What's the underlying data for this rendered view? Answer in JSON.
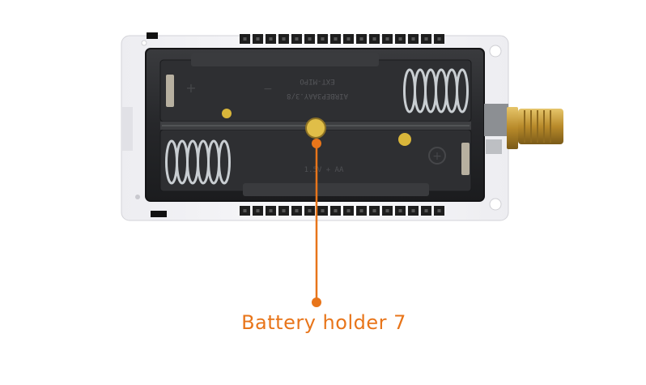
{
  "callout": {
    "label": "Battery holder 7",
    "color": "#E8751A"
  },
  "holder_markings": {
    "line1": "EXT-MIPO",
    "line2": "AIRBEP3AAY.3/8",
    "line3": "1.5V + AA"
  },
  "colors": {
    "board": "#F4F4F6",
    "holder": "#2B2C2E",
    "spring": "#C9CED2",
    "sma_gold": "#C8A03A",
    "header_pin": "#1E1E1E"
  }
}
